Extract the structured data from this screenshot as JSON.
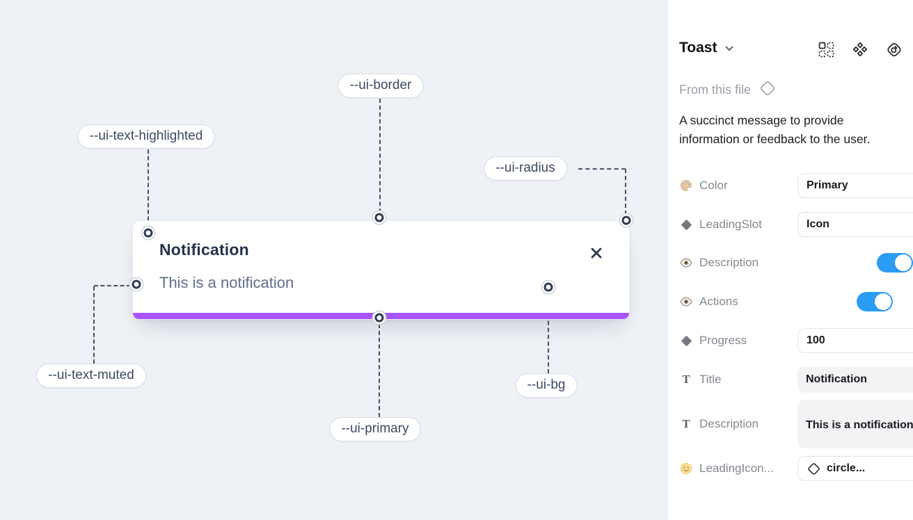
{
  "canvas": {
    "toast": {
      "title": "Notification",
      "description": "This is a notification",
      "progress_color": "#a855f7"
    },
    "labels": {
      "border": "--ui-border",
      "text_highlighted": "--ui-text-highlighted",
      "radius": "--ui-radius",
      "text_muted": "--ui-text-muted",
      "primary": "--ui-primary",
      "bg": "--ui-bg"
    }
  },
  "panel": {
    "title": "Toast",
    "source_label": "From this file",
    "description": "A succinct message to provide information or feedback to the user.",
    "header_icons": [
      "component-grid-icon",
      "variants-icon",
      "return-diamond-icon"
    ],
    "properties": [
      {
        "icon": "palette-icon",
        "label": "Color",
        "control": "select",
        "value": "Primary"
      },
      {
        "icon": "diamond-icon",
        "label": "LeadingSlot",
        "control": "select",
        "value": "Icon"
      },
      {
        "icon": "eye-icon",
        "label": "Description",
        "control": "toggle",
        "value": true
      },
      {
        "icon": "eye-icon",
        "label": "Actions",
        "control": "toggle",
        "value": true
      },
      {
        "icon": "diamond-icon",
        "label": "Progress",
        "control": "select",
        "value": "100"
      },
      {
        "icon": "text-icon",
        "label": "Title",
        "control": "text",
        "value": "Notification"
      },
      {
        "icon": "text-icon",
        "label": "Description",
        "control": "text",
        "value": "This is a notification"
      },
      {
        "icon": "smiley-icon",
        "label": "LeadingIcon...",
        "control": "select-icon",
        "value": "circle..."
      }
    ],
    "colors": {
      "toggle_on": "#2b9df4",
      "accent_purple": "#a855f7"
    }
  }
}
